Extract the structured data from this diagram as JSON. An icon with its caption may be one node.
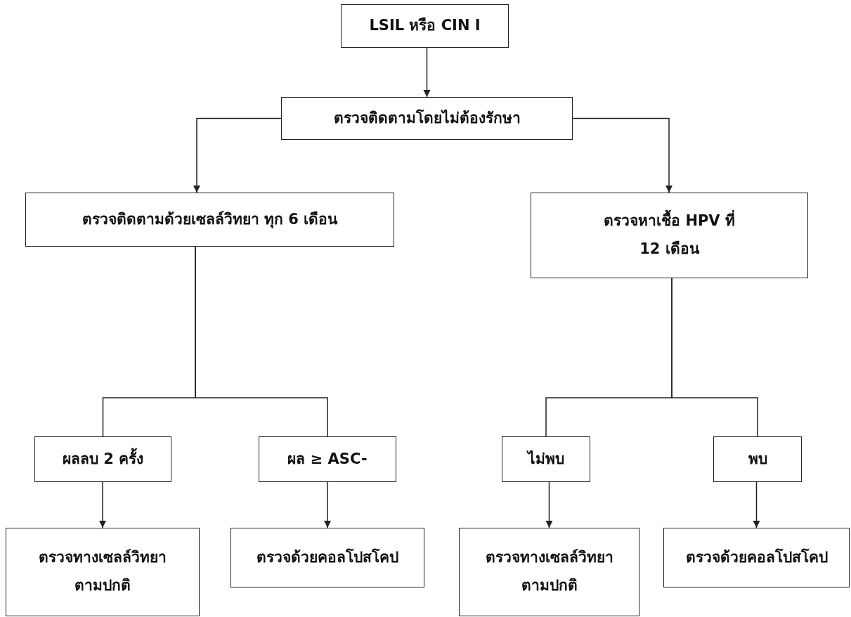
{
  "diagram": {
    "nodes": [
      {
        "text": [
          "LSIL หรือ CIN I"
        ]
      },
      {
        "text": [
          "ตรวจติดตามโดยไม่ต้องรักษา"
        ]
      },
      {
        "text": [
          "ตรวจติดตามด้วยเซลล์วิทยา ทุก 6 เดือน"
        ]
      },
      {
        "text": [
          "ตรวจหาเชื้อ HPV ที่ 12 เดือน"
        ]
      },
      {
        "text": [
          "ผลลบ 2 ครั้ง"
        ]
      },
      {
        "text": [
          "ผล ≥ ASC-"
        ]
      },
      {
        "text": [
          "ไม่พบ"
        ]
      },
      {
        "text": [
          "พบ"
        ]
      },
      {
        "text": [
          "ตรวจทางเซลล์วิทยา ตามปกติ"
        ]
      },
      {
        "text": [
          "ตรวจด้วยคอลโปสโคป"
        ]
      },
      {
        "text": [
          "ตรวจทางเซลล์วิทยา ตามปกติ"
        ]
      },
      {
        "text": [
          "ตรวจด้วยคอลโปสโคป"
        ]
      }
    ],
    "edges": [
      {
        "from": 0,
        "to": 1,
        "arrow": "to"
      },
      {
        "from": 1,
        "to": 2,
        "arrow": "to"
      },
      {
        "from": 1,
        "to": 3,
        "arrow": "to"
      },
      {
        "from": 2,
        "to": 4,
        "arrow": "none"
      },
      {
        "from": 2,
        "to": 5,
        "arrow": "none"
      },
      {
        "from": 3,
        "to": 6,
        "arrow": "none"
      },
      {
        "from": 3,
        "to": 7,
        "arrow": "none"
      },
      {
        "from": 4,
        "to": 8,
        "arrow": "to"
      },
      {
        "from": 5,
        "to": 9,
        "arrow": "to"
      },
      {
        "from": 6,
        "to": 10,
        "arrow": "to"
      },
      {
        "from": 7,
        "to": 11,
        "arrow": "to"
      }
    ]
  }
}
